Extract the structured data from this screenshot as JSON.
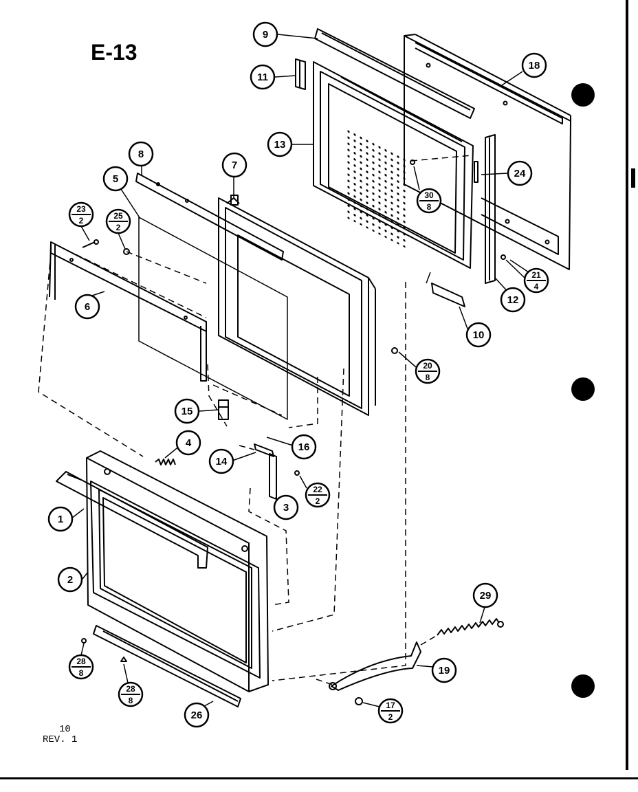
{
  "title": "E-13",
  "footer": {
    "page_number": "10",
    "revision": "REV. 1"
  },
  "callouts": [
    {
      "id": "c1",
      "label": "1"
    },
    {
      "id": "c2",
      "label": "2"
    },
    {
      "id": "c3",
      "label": "3"
    },
    {
      "id": "c4",
      "label": "4"
    },
    {
      "id": "c5",
      "label": "5"
    },
    {
      "id": "c6",
      "label": "6"
    },
    {
      "id": "c7",
      "label": "7"
    },
    {
      "id": "c8",
      "label": "8"
    },
    {
      "id": "c9",
      "label": "9"
    },
    {
      "id": "c10",
      "label": "10"
    },
    {
      "id": "c11",
      "label": "11"
    },
    {
      "id": "c12",
      "label": "12"
    },
    {
      "id": "c13",
      "label": "13"
    },
    {
      "id": "c14",
      "label": "14"
    },
    {
      "id": "c15",
      "label": "15"
    },
    {
      "id": "c16",
      "label": "16"
    },
    {
      "id": "c18",
      "label": "18"
    },
    {
      "id": "c19",
      "label": "19"
    },
    {
      "id": "c24",
      "label": "24"
    },
    {
      "id": "c26",
      "label": "26"
    },
    {
      "id": "c29",
      "label": "29"
    }
  ],
  "fraction_callouts": [
    {
      "id": "f23",
      "top": "23",
      "bottom": "2"
    },
    {
      "id": "f25",
      "top": "25",
      "bottom": "2"
    },
    {
      "id": "f30",
      "top": "30",
      "bottom": "8"
    },
    {
      "id": "f21",
      "top": "21",
      "bottom": "4"
    },
    {
      "id": "f20",
      "top": "20",
      "bottom": "8"
    },
    {
      "id": "f22",
      "top": "22",
      "bottom": "2"
    },
    {
      "id": "f28a",
      "top": "28",
      "bottom": "8"
    },
    {
      "id": "f28b",
      "top": "28",
      "bottom": "8"
    },
    {
      "id": "f17",
      "top": "17",
      "bottom": "2"
    }
  ]
}
